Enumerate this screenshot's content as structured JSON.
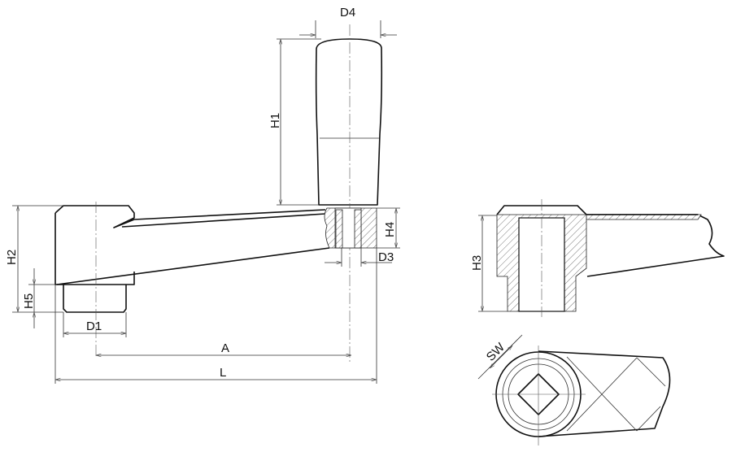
{
  "labels": {
    "d4": "D4",
    "h1": "H1",
    "h2": "H2",
    "h5": "H5",
    "d1": "D1",
    "a": "A",
    "l": "L",
    "h4": "H4",
    "d3": "D3",
    "h3": "H3",
    "sw": "SW"
  }
}
